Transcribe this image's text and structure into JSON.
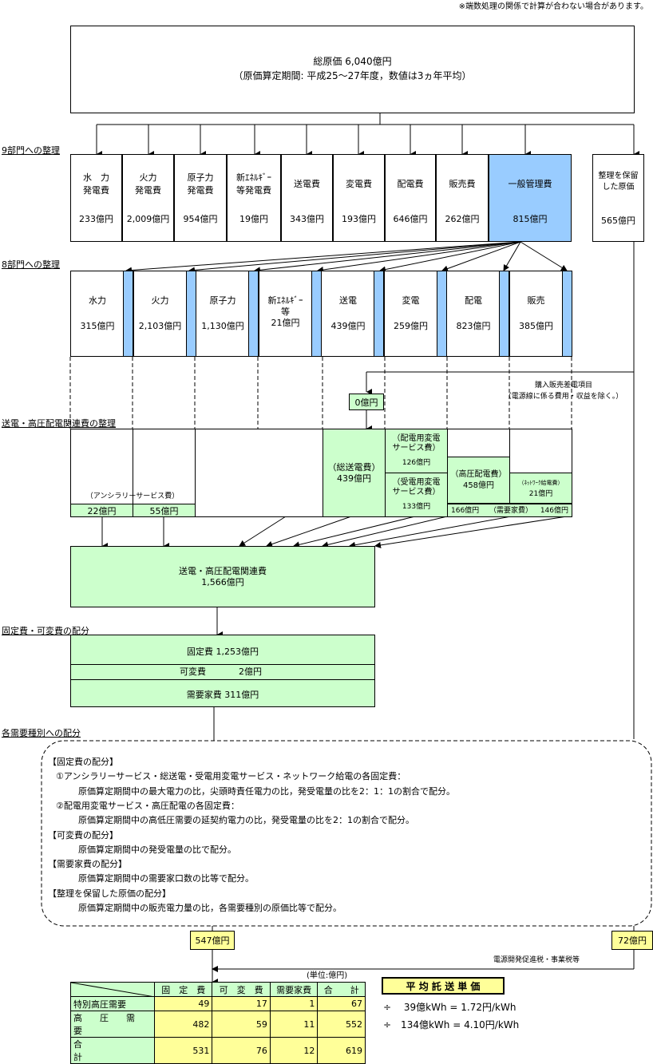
{
  "note": "※端数処理の関係で計算が合わない場合があります。",
  "total": {
    "title": "総原価  6,040億円",
    "sub": "（原価算定期間: 平成25～27年度，数値は3ヵ年平均）"
  },
  "section9": "9部門への整理",
  "nine": [
    {
      "l1": "水　力",
      "l2": "発電費",
      "v": "233億円"
    },
    {
      "l1": "火力",
      "l2": "発電費",
      "v": "2,009億円"
    },
    {
      "l1": "原子力",
      "l2": "発電費",
      "v": "954億円"
    },
    {
      "l1": "新ｴﾈﾙｷﾞｰ",
      "l2": "等発電費",
      "v": "19億円"
    },
    {
      "l1": "送電費",
      "l2": "",
      "v": "343億円"
    },
    {
      "l1": "変電費",
      "l2": "",
      "v": "193億円"
    },
    {
      "l1": "配電費",
      "l2": "",
      "v": "646億円"
    },
    {
      "l1": "販売費",
      "l2": "",
      "v": "262億円"
    },
    {
      "l1": "一般管理費",
      "l2": "",
      "v": "815億円"
    }
  ],
  "reserved": {
    "l1": "整理を保留",
    "l2": "した原価",
    "v": "565億円"
  },
  "section8": "8部門への整理",
  "eight": [
    {
      "l1": "水力",
      "l2": "",
      "v": "315億円"
    },
    {
      "l1": "火力",
      "l2": "",
      "v": "2,103億円"
    },
    {
      "l1": "原子力",
      "l2": "",
      "v": "1,130億円"
    },
    {
      "l1": "新ｴﾈﾙｷﾞｰ",
      "l2": "等",
      "v": "21億円"
    },
    {
      "l1": "送電",
      "l2": "",
      "v": "439億円"
    },
    {
      "l1": "変電",
      "l2": "",
      "v": "259億円"
    },
    {
      "l1": "配電",
      "l2": "",
      "v": "823億円"
    },
    {
      "l1": "販売",
      "l2": "",
      "v": "385億円"
    }
  ],
  "purchase": {
    "l1": "購入販売差電項目",
    "l2": "（電源線に係る費用・収益を除く。）",
    "v": "0億円"
  },
  "sectionT": "送電・高圧配電関連費の整理",
  "ancillary": {
    "label": "（アンシラリーサービス費）",
    "v1": "22億円",
    "v2": "55億円"
  },
  "soden": {
    "l1": "（総送電費）",
    "v": "439億円"
  },
  "haiden_hen": {
    "l1": "（配電用変電",
    "l2": "サービス費）",
    "v": "126億円"
  },
  "juden_hen": {
    "l1": "（受電用変電",
    "l2": "サービス費）",
    "v": "133億円"
  },
  "koatsu": {
    "l1": "（高圧配電費）",
    "v": "458億円"
  },
  "network": {
    "l1": "（ﾈｯﾄﾜｰｸ給電費）",
    "v": "21億円"
  },
  "bottom_row": {
    "a": "166億円",
    "b": "（需要家費）",
    "c": "146億円"
  },
  "related": {
    "l1": "送電・高圧配電関連費",
    "v": "1,566億円"
  },
  "sectionF": "固定費・可変費の配分",
  "fixed": {
    "fixed": "固定費  1,253億円",
    "var_label": "可変費",
    "var_value": "2億円",
    "cust": "需要家費  311億円"
  },
  "sectionD": "各需要種別への配分",
  "dist": [
    {
      "indent": 0,
      "text": "【固定費の配分】"
    },
    {
      "indent": 1,
      "text": "①アンシラリーサービス・総送電・受電用変電サービス・ネットワーク給電の各固定費："
    },
    {
      "indent": 2,
      "text": "原価算定期間中の最大電力の比，尖頭時責任電力の比，発受電量の比を2：1：1の割合で配分。"
    },
    {
      "indent": 1,
      "text": "②配電用変電サービス・高圧配電の各固定費："
    },
    {
      "indent": 2,
      "text": "原価算定期間中の高低圧需要の延契約電力の比，発受電量の比を2：1の割合で配分。"
    },
    {
      "indent": 0,
      "text": "【可変費の配分】"
    },
    {
      "indent": 2,
      "text": "原価算定期間中の発受電量の比で配分。"
    },
    {
      "indent": 0,
      "text": "【需要家費の配分】"
    },
    {
      "indent": 2,
      "text": "原価算定期間中の需要家口数の比等で配分。"
    },
    {
      "indent": 0,
      "text": "【整理を保留した原価の配分】"
    },
    {
      "indent": 2,
      "text": "原価算定期間中の販売電力量の比，各需要種別の原価比等で配分。"
    }
  ],
  "left_total": "547億円",
  "right_total": "72億円",
  "tax_note": "電源開発促進税・事業税等",
  "unit": "(単位:億円)",
  "table": {
    "headers": [
      "固　定　費",
      "可　変　費",
      "需要家費",
      "合　　計"
    ],
    "rows": [
      {
        "label": "特別高圧需要",
        "vals": [
          "49",
          "17",
          "1",
          "67"
        ]
      },
      {
        "label": "高　　圧　　需　　要",
        "vals": [
          "482",
          "59",
          "11",
          "552"
        ]
      },
      {
        "label": "合　　　　　　　計",
        "vals": [
          "531",
          "76",
          "12",
          "619"
        ]
      }
    ]
  },
  "avg": {
    "title": "平 均 託 送 単 価",
    "l1": "÷　 39億kWh = 1.72円/kWh",
    "l2": "÷　134億kWh = 4.10円/kWh"
  }
}
